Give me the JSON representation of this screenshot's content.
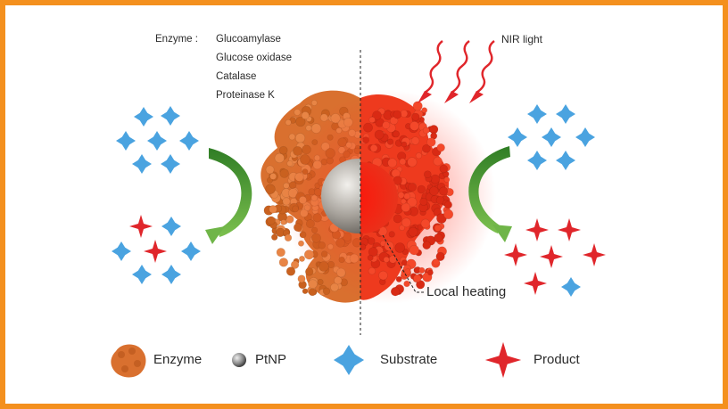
{
  "enzyme_panel": {
    "heading": "Enzyme :",
    "items": [
      "Glucoamylase",
      "Glucose oxidase",
      "Catalase",
      "Proteinase K"
    ]
  },
  "nir_label": "NIR light",
  "local_heating_label": "Local heating",
  "legend": {
    "enzyme": "Enzyme",
    "ptnp": "PtNP",
    "substrate": "Substrate",
    "product": "Product"
  },
  "colors": {
    "border": "#f4901e",
    "enzyme": "#e07a3a",
    "heated_enzyme": "#f03a22",
    "substrate": "#4aa3e0",
    "product": "#e0262b",
    "arrow": "#5aa83c",
    "nir": "#e0262b",
    "ptnp": "#9a9690"
  },
  "icons": {
    "enzyme": "enzyme-blob-icon",
    "ptnp": "sphere-icon",
    "substrate": "blue-star-icon",
    "product": "red-star-icon"
  }
}
